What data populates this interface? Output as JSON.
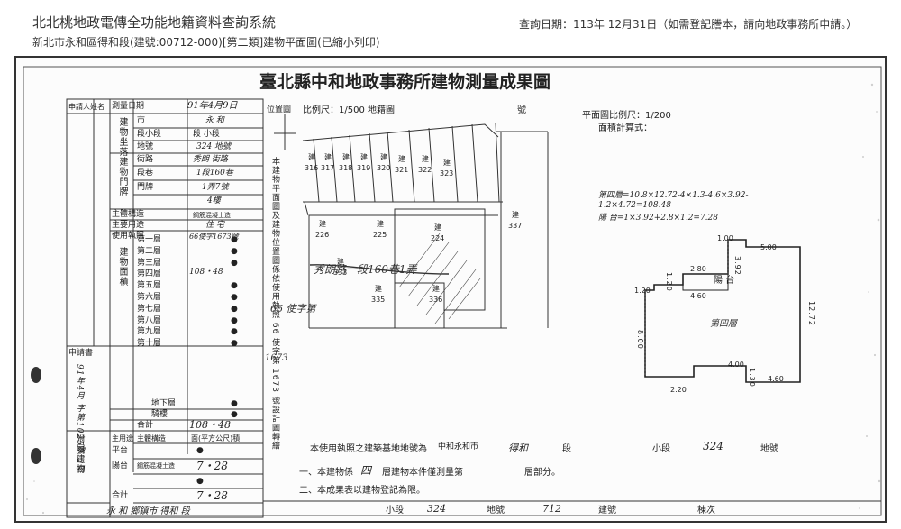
{
  "header": {
    "system_title": "北北桃地政電傳全功能地籍資料查詢系統",
    "query_date": "查詢日期：113年 12月31日（如需登記謄本，請向地政事務所申請。）",
    "subtitle": "新北市永和區得和段(建號:00712-000)[第二類]建物平面圖(已縮小列印)"
  },
  "document": {
    "title": "臺北縣中和地政事務所建物測量成果圖",
    "left_table": {
      "applicant_label": "申請人姓名",
      "survey_date_label": "測量日期",
      "survey_date": "91年4月9日",
      "building_site_label": "建物坐落",
      "city_label": "市",
      "city": "永 和",
      "section_label": "段小段",
      "section": "段 小段",
      "land_no_label": "地號",
      "land_no": "324 地號",
      "door_label": "建物門牌",
      "street_label": "街路",
      "street": "秀朗 街路",
      "lane_label": "段巷",
      "lane": "1段160巷",
      "door_no_label": "門牌",
      "door_no": "1弄7號",
      "floor": "4樓",
      "main_structure_label": "主體構造",
      "main_structure": "鋼筋混凝土造",
      "main_use_label": "主要用途",
      "main_use": "住 宅",
      "license_label": "使用執照",
      "license": "66使字1673號",
      "area_label": "建物面積",
      "floors": [
        "第一層",
        "第二層",
        "第三層",
        "第四層",
        "第五層",
        "第六層",
        "第七層",
        "第八層",
        "第九層",
        "第十層"
      ],
      "fourth_floor_area": "108・48",
      "basement_label": "地下層",
      "balcony_label": "騎樓",
      "total_label": "合計",
      "total": "108・48",
      "unit_label": "平方公尺",
      "apply_label": "申請書",
      "apply_info": "91年4月 字第1025號 2日",
      "annex_label": "附屬建物",
      "annex_head": [
        "主用途",
        "主體構造",
        "面(平方公尺)積"
      ],
      "annex_rows": [
        {
          "use": "平台",
          "struct": "",
          "area": "●"
        },
        {
          "use": "陽台",
          "struct": "鋼筋混凝土造",
          "area": "7・28"
        },
        {
          "use": "",
          "struct": "",
          "area": "●"
        },
        {
          "use": "合計",
          "struct": "",
          "area": "7・28"
        }
      ],
      "footer_text": "永 和 鄉鎮市 得和 段",
      "dot": "●"
    },
    "location_map": {
      "label": "位置圖",
      "scale_text": "比例尺：1/500 地籍圖",
      "number_label": "號",
      "vertical_note": "本建物平面圖及建物位置圖係依使用執照 66 使字第 1673 號設計圖轉繪",
      "lots": [
        "316",
        "317",
        "318",
        "319",
        "320",
        "321",
        "322",
        "323",
        "226",
        "225",
        "224",
        "333",
        "335",
        "336",
        "337"
      ],
      "lot_mark": "建",
      "road_text": "秀朗路一段160巷1弄",
      "license_note": "66 使字第",
      "license_num": "1673"
    },
    "floor_plan": {
      "scale_text": "平面圖比例尺：1/200",
      "calc_label": "面積計算式：",
      "floor4_formula": "第四層=10.8×12.72-4×1.3-4.6×3.92-1.2×4.72=108.48",
      "balcony_formula": "陽 台=1×3.92+2.8×1.2=7.28",
      "floor_label": "第四層",
      "balcony_label": "陽 台",
      "dims": [
        "1.00",
        "5.00",
        "2.80",
        "3.92",
        "1.20",
        "1.20",
        "4.60",
        "12.72",
        "8.00",
        "4.00",
        "1.30",
        "4.60",
        "2.20"
      ]
    },
    "bottom_notes": {
      "line1_prefix": "本使用執照之建築基地地號為",
      "city": "中和永和市",
      "section": "得和",
      "section_label": "段",
      "subsection_label": "小段",
      "land_no": "324",
      "land_no_label": "地號",
      "line2": "一、本建物係",
      "line2_floor": "四",
      "line2_rest": "層建物本件僅測量第",
      "line2_end": "層部分。",
      "line3": "二、本成果表以建物登記為限。"
    },
    "footer": {
      "subsection_label": "小段",
      "subsection": "324",
      "land_no_label": "地號",
      "land_no": "712",
      "building_no_label": "建號",
      "floor_count_label": "棟次"
    }
  }
}
